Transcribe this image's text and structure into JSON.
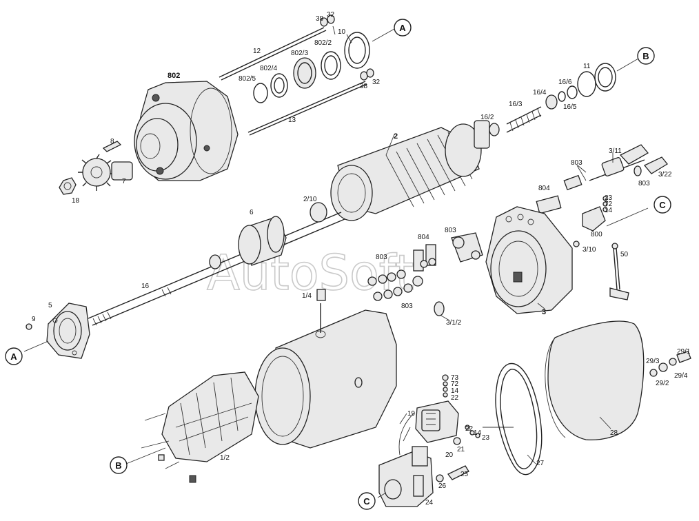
{
  "watermark": "AutoSoft",
  "refs": {
    "a": "A",
    "b": "B",
    "c": "C"
  },
  "labels": {
    "p802": "802",
    "p12": "12",
    "p13": "13",
    "p38a": "38",
    "p32a": "32",
    "p10": "10",
    "p802_2": "802/2",
    "p802_3": "802/3",
    "p802_4": "802/4",
    "p802_5": "802/5",
    "p38b": "38",
    "p32b": "32",
    "p8": "8",
    "p7": "7",
    "p18": "18",
    "p2": "2",
    "p16_2": "16/2",
    "p16_3": "16/3",
    "p16_4": "16/4",
    "p16_6": "16/6",
    "p16_5": "16/5",
    "p11": "11",
    "p3_11": "3/11",
    "p3_22": "3/22",
    "p803a": "803",
    "p803b": "803",
    "p804a": "804",
    "p23a": "23",
    "p72a": "72",
    "p14a": "14",
    "p800": "800",
    "p3_10": "3/10",
    "p50": "50",
    "p6": "6",
    "p2_10": "2/10",
    "p803c": "803",
    "p804b": "804",
    "p803d": "803",
    "p803e": "803",
    "p16": "16",
    "p5": "5",
    "p9": "9",
    "p1_4": "1/4",
    "p3_1_2": "3/1/2",
    "p3": "3",
    "p29_1": "29/1",
    "p29_3": "29/3",
    "p29_4": "29/4",
    "p29_2": "29/2",
    "p73": "73",
    "p72b": "72",
    "p14b": "14",
    "p22a": "22",
    "p19": "19",
    "p22b": "22",
    "p14c": "14",
    "p23b": "23",
    "p20": "20",
    "p21": "21",
    "p27": "27",
    "p28": "28",
    "p1_2": "1/2",
    "p25": "25",
    "p26": "26",
    "p24": "24"
  }
}
